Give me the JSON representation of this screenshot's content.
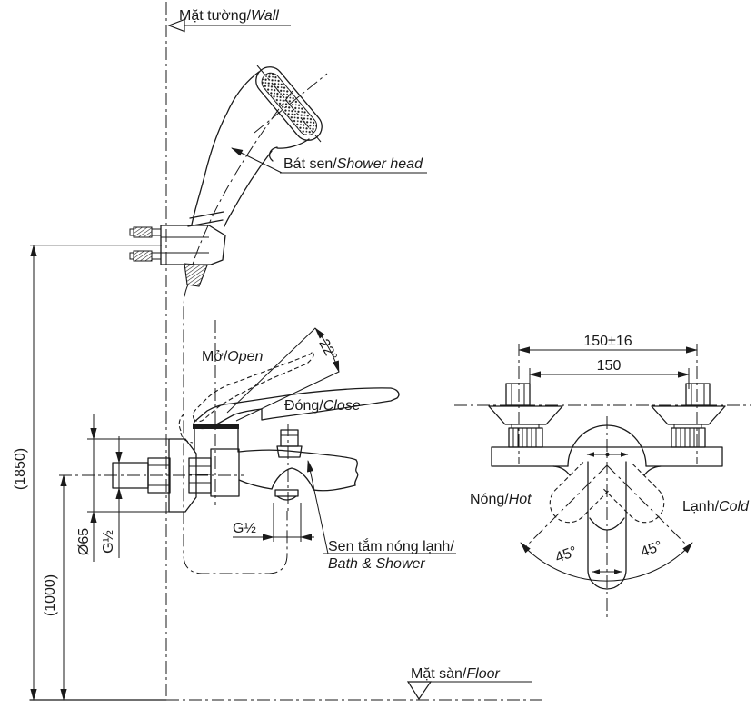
{
  "labels": {
    "wall": {
      "vi": "Mặt tường/",
      "en": "Wall"
    },
    "shower_head": {
      "vi": "Bát sen/",
      "en": "Shower head"
    },
    "open": {
      "vi": "Mở/",
      "en": "Open"
    },
    "close": {
      "vi": "Đóng/",
      "en": "Close"
    },
    "hot": {
      "vi": "Nóng/",
      "en": "Hot"
    },
    "cold": {
      "vi": "Lạnh/",
      "en": "Cold"
    },
    "bath_shower": {
      "vi": "Sen tắm nóng lạnh/",
      "en": "Bath & Shower"
    },
    "floor": {
      "vi": "Mặt sàn/",
      "en": "Floor"
    }
  },
  "dimensions": {
    "bracket_height": "(1850)",
    "mixer_height": "(1000)",
    "escutcheon_diameter": "Ø65",
    "inlet_thread": "G½",
    "outlet_thread": "G½",
    "pitch_with_tolerance": "150±16",
    "pitch": "150",
    "lever_open_angle": "22°",
    "handle_swing_left": "45°",
    "handle_swing_right": "45°"
  },
  "colors": {
    "line": "#1a1a1a",
    "background": "#ffffff"
  }
}
